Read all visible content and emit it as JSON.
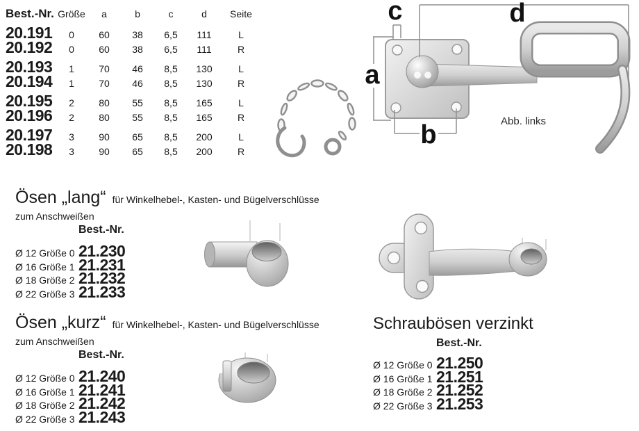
{
  "colors": {
    "text": "#1a1a1a",
    "dimension_line": "#8f8f8f",
    "metal_light": "#f2f2f2",
    "metal_mid": "#c8c8c8",
    "metal_dark": "#8e8e8e"
  },
  "parts_table": {
    "headers": {
      "nr": "Best.-Nr.",
      "groesse": "Größe",
      "a": "a",
      "b": "b",
      "c": "c",
      "d": "d",
      "seite": "Seite"
    },
    "rows": [
      {
        "nr": "20.191",
        "groesse": "0",
        "a": "60",
        "b": "38",
        "c": "6,5",
        "d": "111",
        "seite": "L"
      },
      {
        "nr": "20.192",
        "groesse": "0",
        "a": "60",
        "b": "38",
        "c": "6,5",
        "d": "111",
        "seite": "R"
      },
      {
        "nr": "20.193",
        "groesse": "1",
        "a": "70",
        "b": "46",
        "c": "8,5",
        "d": "130",
        "seite": "L"
      },
      {
        "nr": "20.194",
        "groesse": "1",
        "a": "70",
        "b": "46",
        "c": "8,5",
        "d": "130",
        "seite": "R"
      },
      {
        "nr": "20.195",
        "groesse": "2",
        "a": "80",
        "b": "55",
        "c": "8,5",
        "d": "165",
        "seite": "L"
      },
      {
        "nr": "20.196",
        "groesse": "2",
        "a": "80",
        "b": "55",
        "c": "8,5",
        "d": "165",
        "seite": "R"
      },
      {
        "nr": "20.197",
        "groesse": "3",
        "a": "90",
        "b": "65",
        "c": "8,5",
        "d": "200",
        "seite": "L"
      },
      {
        "nr": "20.198",
        "groesse": "3",
        "a": "90",
        "b": "65",
        "c": "8,5",
        "d": "200",
        "seite": "R"
      }
    ]
  },
  "latch": {
    "dims": {
      "a": "a",
      "b": "b",
      "c": "c",
      "d": "d"
    },
    "caption": "Abb. links"
  },
  "figures": {
    "latch": "toggle-hook-latch-photo",
    "chain": "securing-chain-with-hook-and-ring-photo",
    "lang": "oese-lang-photo",
    "kurz": "oese-kurz-photo",
    "schraub": "schrauboese-photo"
  },
  "sections": {
    "lang": {
      "title": "Ösen „lang“",
      "title_suffix": "für Winkelhebel-, Kasten- und Bügelverschlüsse",
      "subtitle": "zum Anschweißen",
      "col_header": "Best.-Nr.",
      "items": [
        {
          "label": "Ø 12 Größe 0",
          "nr": "21.230"
        },
        {
          "label": "Ø 16 Größe 1",
          "nr": "21.231"
        },
        {
          "label": "Ø 18 Größe 2",
          "nr": "21.232"
        },
        {
          "label": "Ø 22 Größe 3",
          "nr": "21.233"
        }
      ]
    },
    "kurz": {
      "title": "Ösen „kurz“",
      "title_suffix": "für Winkelhebel-, Kasten- und Bügelverschlüsse",
      "subtitle": "zum Anschweißen",
      "col_header": "Best.-Nr.",
      "items": [
        {
          "label": "Ø 12 Größe 0",
          "nr": "21.240"
        },
        {
          "label": "Ø 16 Größe 1",
          "nr": "21.241"
        },
        {
          "label": "Ø 18 Größe 2",
          "nr": "21.242"
        },
        {
          "label": "Ø 22 Größe 3",
          "nr": "21.243"
        }
      ]
    },
    "schraub": {
      "title": "Schraubösen verzinkt",
      "col_header": "Best.-Nr.",
      "items": [
        {
          "label": "Ø 12 Größe 0",
          "nr": "21.250"
        },
        {
          "label": "Ø 16 Größe 1",
          "nr": "21.251"
        },
        {
          "label": "Ø 18 Größe 2",
          "nr": "21.252"
        },
        {
          "label": "Ø 22 Größe 3",
          "nr": "21.253"
        }
      ]
    }
  }
}
